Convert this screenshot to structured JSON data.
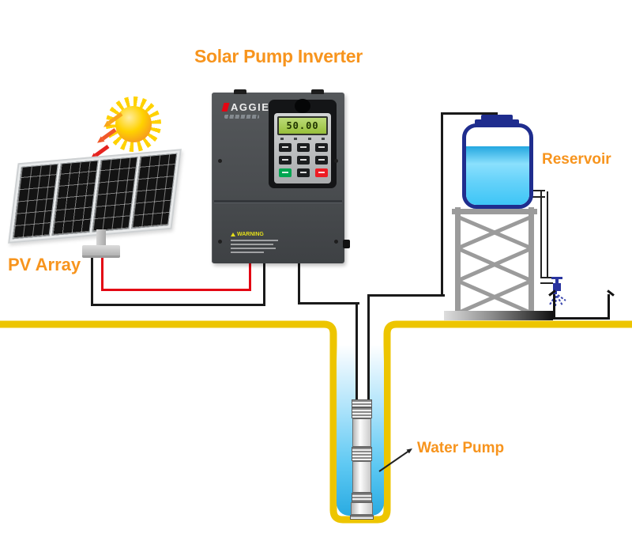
{
  "title": "Solar Pump Inverter",
  "pv_array": {
    "label": "PV Array",
    "panel_count": 4
  },
  "sun": {
    "icon": "sun-icon",
    "ray_arrows_icon": "sunlight-arrows-icon"
  },
  "inverter": {
    "brand": "AGGIE",
    "display_value": "50.00",
    "warning_label": "WARNING",
    "keypad_buttons": [
      "run-button-green",
      "stop-button-red"
    ]
  },
  "reservoir": {
    "label": "Reservoir",
    "tap_icon": "water-tap-icon"
  },
  "water_pump": {
    "label": "Water Pump"
  },
  "colors": {
    "label_orange": "#F7941D",
    "ground_yellow": "#EDC500",
    "well_water_blue": "#29ABE2",
    "tank_water_blue": "#45C6F4",
    "tank_border_navy": "#1F2D8E",
    "wire_red": "#E30613",
    "wire_black": "#1A1A1A",
    "inverter_body_gray": "#4A4E52",
    "lcd_green": "#A8CE4C",
    "run_button_green": "#00A651",
    "stop_button_red": "#ED1C24",
    "stand_gray": "#9B9B9B",
    "sun_yellow": "#FFD200",
    "sun_orange": "#EF8218",
    "tap_blue": "#2A35A0"
  }
}
